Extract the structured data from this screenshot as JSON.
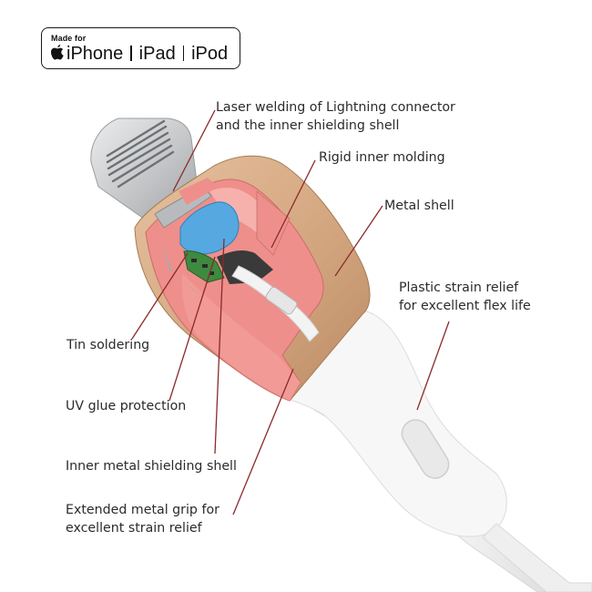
{
  "badge": {
    "made_for": "Made for",
    "products": [
      "iPhone",
      "iPad",
      "iPod"
    ]
  },
  "labels": {
    "laser_welding": [
      "Laser welding of Lightning connector",
      "and the inner shielding shell"
    ],
    "rigid_molding": "Rigid inner molding",
    "metal_shell": "Metal shell",
    "strain_relief": [
      "Plastic strain relief",
      "for excellent flex life"
    ],
    "tin_soldering": "Tin soldering",
    "uv_glue": "UV glue protection",
    "inner_shield": "Inner metal shielding shell",
    "metal_grip": [
      "Extended metal grip for",
      "excellent strain relief"
    ]
  },
  "colors": {
    "leader_line": "#8b2a2a",
    "metal_shell": "#d9b08c",
    "molding": "#ee8f8b",
    "cable": "#f4f4f4",
    "connector_metal": "#c9cbcd",
    "chip": "#55a9e0",
    "pcb": "#3e8a3e"
  }
}
